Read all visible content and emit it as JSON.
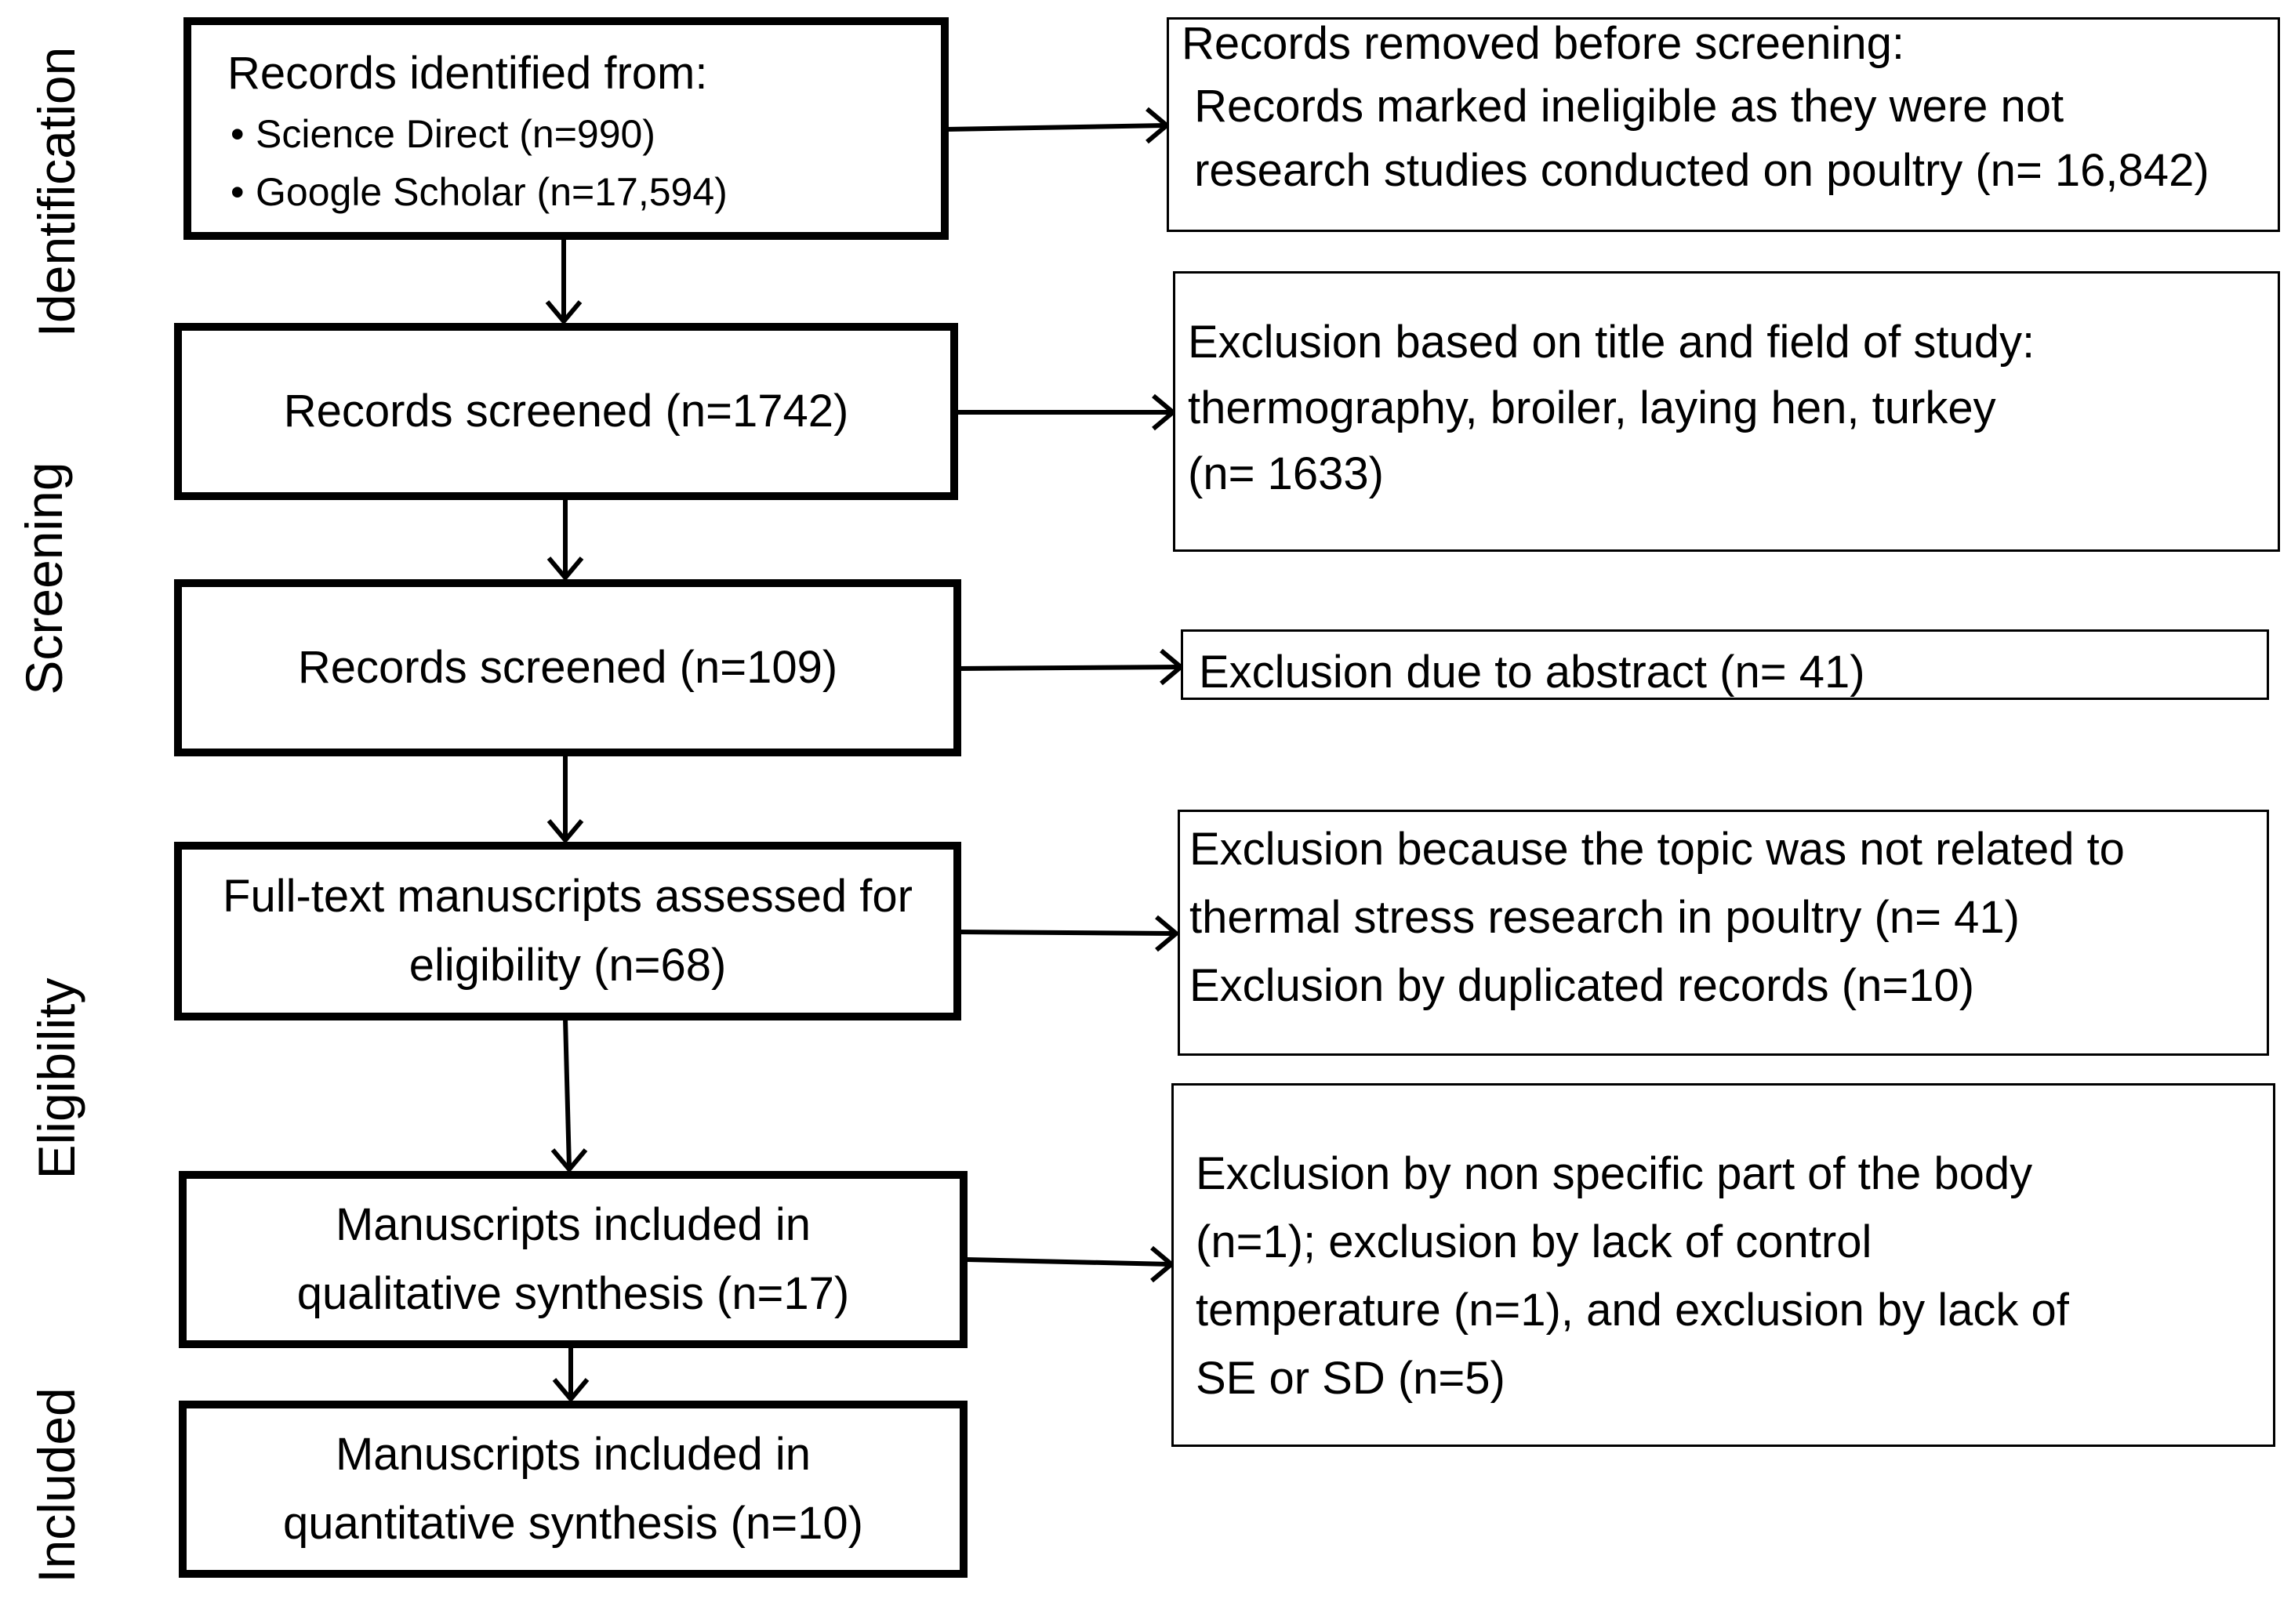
{
  "stages": [
    {
      "id": "identification",
      "label": "Identification"
    },
    {
      "id": "screening",
      "label": "Screening"
    },
    {
      "id": "eligibility",
      "label": "Eligibility"
    },
    {
      "id": "included",
      "label": "Included"
    }
  ],
  "main_boxes": {
    "identified": {
      "title": "Records identified from:",
      "items": [
        "Science Direct (n=990)",
        "Google Scholar (n=17,594)"
      ]
    },
    "screened_1": {
      "lines": [
        "Records screened (n=1742)"
      ]
    },
    "screened_2": {
      "lines": [
        "Records screened (n=109)"
      ]
    },
    "full_text": {
      "lines": [
        "Full-text manuscripts assessed for",
        "eligibility (n=68)"
      ]
    },
    "qualitative": {
      "lines": [
        "Manuscripts included in",
        "qualitative synthesis (n=17)"
      ]
    },
    "quantitative": {
      "lines": [
        "Manuscripts included in",
        "quantitative synthesis (n=10)"
      ]
    }
  },
  "side_boxes": {
    "removed": {
      "lines": [
        "Records removed before screening:",
        " Records marked ineligible as they were not",
        " research studies conducted on poultry (n= 16,842)"
      ]
    },
    "title_exclusion": {
      "lines": [
        "Exclusion based on title and field of study:",
        "thermography, broiler, laying hen, turkey",
        "(n= 1633)"
      ]
    },
    "abstract_exclusion": {
      "lines": [
        "Exclusion due to abstract (n= 41)"
      ]
    },
    "topic_exclusion": {
      "lines": [
        "Exclusion because the topic was not related to",
        "thermal stress research in poultry (n= 41)",
        "Exclusion by duplicated records (n=10)"
      ]
    },
    "body_exclusion": {
      "lines": [
        "Exclusion by non specific part of the body",
        "(n=1); exclusion by lack of control",
        "temperature (n=1), and exclusion by lack of",
        "SE or SD (n=5)"
      ]
    }
  }
}
